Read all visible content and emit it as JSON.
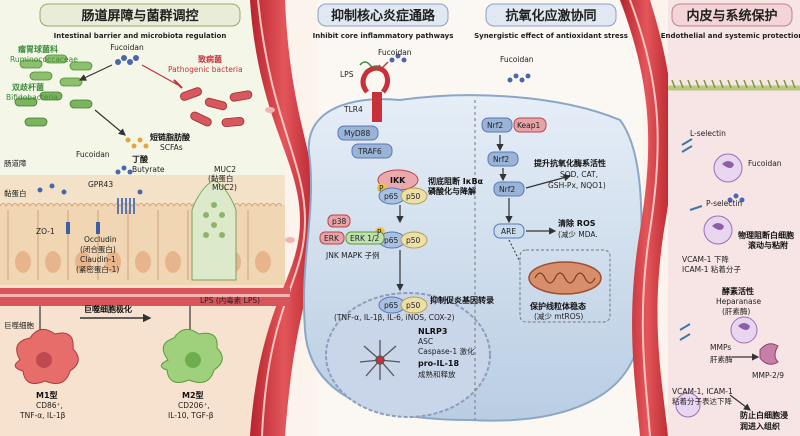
{
  "panel1": {
    "title": "肠道屏障与菌群调控",
    "subtitle": "Intestinal barrier and microbiota regulation",
    "fucoidan_top": "Fucoidan",
    "rumino_cn": "瘤胃球菌科",
    "rumino_en": "Ruminococcaceae",
    "bifido_cn": "双歧杆菌",
    "bifido_en": "Bifidobacteria",
    "patho_cn": "致病菌",
    "patho_en": "Pathogenic bacteria",
    "scfa_cn": "短链脂肪酸",
    "scfa_en": "SCFAs",
    "fucoidan_mid": "Fucoidan",
    "butyrate_cn": "丁酸",
    "butyrate_en": "Butyrate",
    "barrier": "肠道障",
    "mucin": "黏蛋白",
    "gpr43": "GPR43",
    "muc2_a": "MUC2",
    "muc2_b": "(黏蛋白",
    "muc2_c": "MUC2)",
    "zo1": "ZO-1",
    "occludin": "Occludin",
    "occludin_cn": "(闭合蛋白)",
    "claudin": "Claudin-1",
    "claudin_cn": "(紧密蛋白-1)",
    "lps": "LPS (内毒素 LPS)",
    "macrophage": "巨噬细胞",
    "polarization": "巨噬细胞极化",
    "m1_title": "M1型",
    "m1_a": "CD86⁺,",
    "m1_b": "TNF-α, IL-1β",
    "m2_title": "M2型",
    "m2_a": "CD206⁺,",
    "m2_b": "IL-10, TGF-β"
  },
  "panel2": {
    "title": "抑制核心炎症通路",
    "subtitle": "Inhibit core inflammatory pathways",
    "fucoidan": "Fucoidan",
    "lps": "LPS",
    "tlr4": "TLR4",
    "myd88": "MyD88",
    "traf6": "TRAF6",
    "ikk": "IKK",
    "p": "P",
    "p65": "p65",
    "p50": "p50",
    "ikb_a": "彻底阻断 IκBα",
    "ikb_b": "磷酸化与降解",
    "p38": "p38",
    "erk": "ERK",
    "erk12": "ERK 1/2",
    "jnk": "JNK MAPK 子例",
    "transcription": "抑制促炎基因转录",
    "genes": "(TNF-α, IL-1β, IL-6, iNOS, COX-2)",
    "nlrp3": "NLRP3",
    "asc": "ASC",
    "caspase": "Caspase-1 激化",
    "proil18": "pro-IL-18",
    "mature": "成熟和释放"
  },
  "panel3": {
    "title": "抗氧化应激协同",
    "subtitle": "Synergistic effect of antioxidant stress",
    "fucoidan": "Fucoidan",
    "nrf2": "Nrf2",
    "keap1": "Keap1",
    "enzyme_a": "提升抗氧化酶系活性",
    "enzyme_b": "SOD, CAT,",
    "enzyme_c": "GSH-Px, NQO1)",
    "are": "ARE",
    "ros_a": "清除 ROS",
    "ros_b": "(减少 MDA.",
    "mito_a": "保护线粒体稳态",
    "mito_b": "(减少 mtROS)"
  },
  "panel4": {
    "title": "内皮与系统保护",
    "subtitle": "Endothelial and systemic protection",
    "lselectin": "L-selectin",
    "fucoidan": "Fucoidan",
    "pselectin": "P-selectin",
    "block_a": "物理阻断白细胞",
    "block_b": "滚动与粘附",
    "vcam_a": "VCAM-1 下降",
    "vcam_b": "ICAM-1 粘着分子",
    "enzyme_title": "酵素活性",
    "heparanase": "Heparanase",
    "heparanase_cn": "(肝素酶)",
    "mmps": "MMPs",
    "liver_enzyme": "肝素酶",
    "mmp29": "MMP-2/9",
    "bottom_a": "VCAM-1, ICAM-1",
    "bottom_b": "粘着分子表达下降",
    "final_a": "防止白细胞浸",
    "final_b": "润进入组织"
  }
}
